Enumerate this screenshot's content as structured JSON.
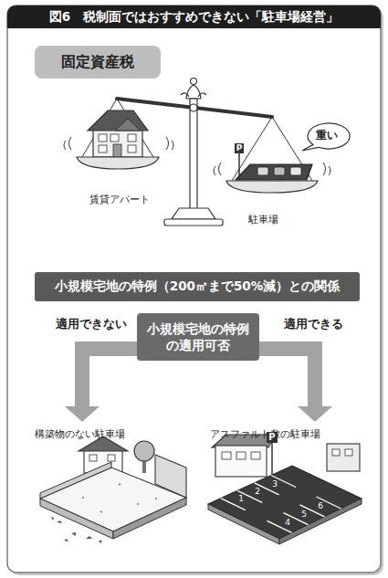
{
  "diagram": {
    "title": "図6　税制面ではおすすめできない「駐車場経営」",
    "nodes": [
      {
        "text": [
          "固定資産税"
        ]
      },
      {
        "text": [
          "重い"
        ]
      },
      {
        "text": [
          "小規模宅地の特例（200㎡まで50%減）との関係"
        ]
      },
      {
        "text": [
          "小規模宅地の特例 の適用可否"
        ]
      },
      {
        "text": [
          "構築物のない駐車場"
        ]
      },
      {
        "text": [
          "アスファルト敷の駐車場"
        ]
      }
    ],
    "edges": [
      {
        "from": 3,
        "to": 4,
        "arrow": "to",
        "label": "適用できない"
      },
      {
        "from": 3,
        "to": 5,
        "arrow": "to",
        "label": "適用できる"
      }
    ],
    "labels": [
      "P",
      "賃貸アパート",
      "駐車場",
      "P",
      "1",
      "2",
      "3",
      "4",
      "5",
      "6"
    ]
  }
}
